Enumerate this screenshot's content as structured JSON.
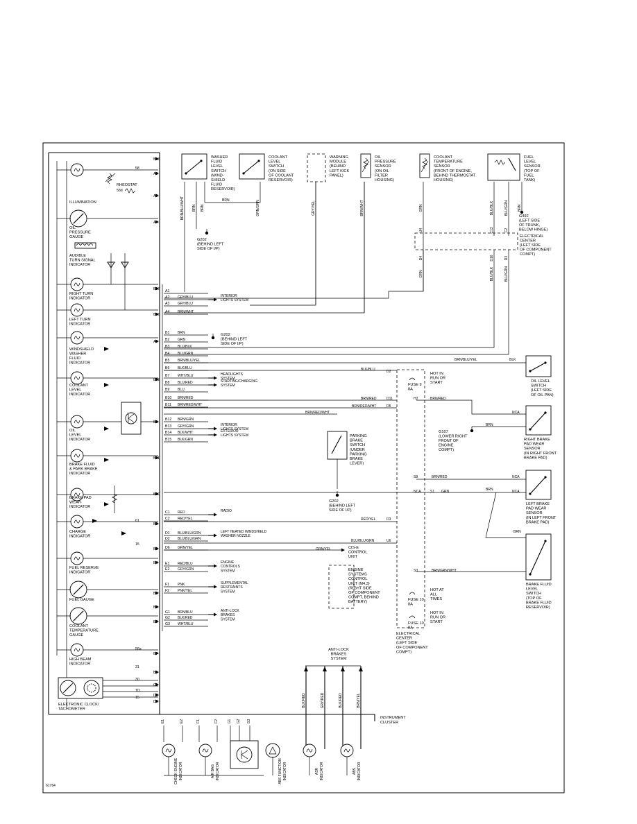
{
  "figure_id": "61764",
  "cluster_label": [
    "INSTRUMENT",
    "CLUSTER"
  ],
  "left_components": [
    {
      "id": "illumination",
      "lines": [
        "ILLUMINATION"
      ]
    },
    {
      "id": "rheostat",
      "lines": [
        "RHEOSTAT"
      ]
    },
    {
      "id": "oil-pressure-gauge",
      "lines": [
        "OIL",
        "PRESSURE",
        "GAUGE"
      ]
    },
    {
      "id": "audible-turn",
      "lines": [
        "AUDIBLE",
        "TURN SIGNAL",
        "INDICATOR"
      ]
    },
    {
      "id": "right-turn",
      "lines": [
        "RIGHT TURN",
        "INDICATOR"
      ]
    },
    {
      "id": "left-turn",
      "lines": [
        "LEFT TURN",
        "INDICATOR"
      ]
    },
    {
      "id": "windshield-washer",
      "lines": [
        "WINDSHIELD",
        "WASHER",
        "FLUID",
        "INDICATOR"
      ]
    },
    {
      "id": "coolant-level",
      "lines": [
        "COOLANT",
        "LEVEL",
        "INDICATOR"
      ]
    },
    {
      "id": "oil-level",
      "lines": [
        "OIL",
        "LEVEL",
        "INDICATOR"
      ]
    },
    {
      "id": "brake-fluid",
      "lines": [
        "BRAKE FLUID",
        "& PARK BRAKE",
        "INDICATOR"
      ]
    },
    {
      "id": "brake-pad",
      "lines": [
        "BRAKE PAD",
        "WEAR",
        "INDICATOR"
      ]
    },
    {
      "id": "charge",
      "lines": [
        "CHARGE",
        "INDICATOR"
      ]
    },
    {
      "id": "fuel-reserve",
      "lines": [
        "FUEL RESERVE",
        "INDICATOR"
      ]
    },
    {
      "id": "fuel-gauge",
      "lines": [
        "FUEL GAUGE"
      ]
    },
    {
      "id": "coolant-temp",
      "lines": [
        "COOLANT",
        "TEMPERATURE",
        "GAUGE"
      ]
    },
    {
      "id": "high-beam",
      "lines": [
        "HIGH BEAM",
        "INDICATOR"
      ]
    },
    {
      "id": "clock",
      "lines": [
        "ELECTRONIC CLOCK/",
        "TACHOMETER"
      ]
    }
  ],
  "left_pins": [
    "B13",
    "58",
    "A3",
    "58d",
    "A2",
    "A4",
    "B15",
    "B16",
    "A1",
    "B12",
    "B5",
    "B11",
    "B10",
    "61",
    "B9",
    "15",
    "B8",
    "B4",
    "B3",
    "B6",
    "B2",
    "56a",
    "B7",
    "31",
    "B1",
    "30",
    "C1",
    "TD",
    "D2",
    "15",
    "D1"
  ],
  "connector_rows": [
    {
      "pin": "A1",
      "wire": ""
    },
    {
      "pin": "A2",
      "wire": "GRY/BLU",
      "dest": [
        "INTERIOR",
        "LIGHTS SYSTEM"
      ]
    },
    {
      "pin": "A3",
      "wire": "GRY/BLU"
    },
    {
      "pin": "A4",
      "wire": "BRN/WHT"
    },
    {
      "pin": "B1",
      "wire": "BRN"
    },
    {
      "pin": "B2",
      "wire": "GRN"
    },
    {
      "pin": "B3",
      "wire": "BLU/BLK"
    },
    {
      "pin": "B4",
      "wire": "BLU/GRN"
    },
    {
      "pin": "B5",
      "wire": "BRN/BLU/YEL"
    },
    {
      "pin": "B6",
      "wire": "BLK/BLU"
    },
    {
      "pin": "B7",
      "wire": "WHT/BLU",
      "dest": [
        "HEADLIGHTS",
        "SYSTEM"
      ]
    },
    {
      "pin": "B8",
      "wire": "BLU/RED",
      "dest": [
        "STARTING/CHARGING",
        "SYSTEM"
      ]
    },
    {
      "pin": "B9",
      "wire": "BLU"
    },
    {
      "pin": "B10",
      "wire": "BRN/RED"
    },
    {
      "pin": "B11",
      "wire": "BRN/RED/WHT"
    },
    {
      "pin": "B12",
      "wire": "BRN/GRN"
    },
    {
      "pin": "B13",
      "wire": "GRY/GRN",
      "dest": [
        "INTERIOR",
        "LIGHTS SYSTEM"
      ]
    },
    {
      "pin": "B14",
      "wire": "BLK/WHT",
      "dest": [
        "EXTERIOR",
        "LIGHTS SYSTEM"
      ]
    },
    {
      "pin": "B15",
      "wire": "BLK/GRN"
    },
    {
      "pin": "C1",
      "wire": "RED",
      "dest": [
        "RADIO"
      ]
    },
    {
      "pin": "C2",
      "wire": "RED/YEL"
    },
    {
      "pin": "D1",
      "wire": "BLU/BLU/GRN",
      "dest": [
        "LEFT HEATED WINDSHIELD",
        "WASHER NOZZLE"
      ]
    },
    {
      "pin": "D2",
      "wire": "BLU/BLU/GRN"
    },
    {
      "pin": "D6",
      "wire": "GRN/YEL"
    },
    {
      "pin": "E1",
      "wire": "RED/BLU",
      "dest": [
        "ENGINE",
        "CONTROLS",
        "SYSTEM"
      ]
    },
    {
      "pin": "E2",
      "wire": "GRY/GRN"
    },
    {
      "pin": "F1",
      "wire": "PNK",
      "dest": [
        "SUPPLEMENTAL",
        "RESTRAINTS",
        "SYSTEM"
      ]
    },
    {
      "pin": "F2",
      "wire": "PNK/YEL"
    },
    {
      "pin": "G1",
      "wire": "BRN/BLU",
      "dest": [
        "ANTI-LOCK",
        "BRAKES",
        "SYSTEM"
      ]
    },
    {
      "pin": "G2",
      "wire": "BLK/RED"
    },
    {
      "pin": "G3",
      "wire": "WHT/BLU"
    }
  ],
  "top_components": [
    {
      "id": "washer-switch",
      "lines": [
        "WASHER",
        "FLUID",
        "LEVEL",
        "SWITCH",
        "(WIND-",
        "SHIELD",
        "FLUID",
        "RESERVOIR)"
      ]
    },
    {
      "id": "coolant-switch",
      "lines": [
        "COOLANT",
        "LEVEL",
        "SWITCH",
        "(ON SIDE",
        "OF COOLANT",
        "RESERVOIR)"
      ]
    },
    {
      "id": "warning-module",
      "lines": [
        "WARNING",
        "MODULE",
        "(BEHIND",
        "LEFT KICK",
        "PANEL)"
      ]
    },
    {
      "id": "oil-sensor",
      "lines": [
        "OIL",
        "PRESSURE",
        "SENSOR",
        "(ON OIL",
        "FILTER",
        "HOUSING)"
      ]
    },
    {
      "id": "coolant-sensor",
      "lines": [
        "COOLANT",
        "TEMPERATURE",
        "SENSOR",
        "(FRONT OF ENGINE,",
        "BEHIND THERMOSTAT",
        "HOUSING)"
      ]
    },
    {
      "id": "fuel-sensor",
      "lines": [
        "FUEL",
        "LEVEL",
        "SENSOR",
        "(TOP OF",
        "FUEL",
        "TANK)"
      ]
    }
  ],
  "top_wires": [
    "BRN/BLU/WHT",
    "BRN",
    "BRN",
    "GRN/GRN",
    "GRY/YEL",
    "BRN/WHT",
    "GRN",
    "BLU/BLK",
    "BLU/GRN",
    "BRN"
  ],
  "ground_labels": {
    "g202a": [
      "G202",
      "(BEHIND LEFT",
      "SIDE OF I/P)"
    ],
    "g202b": [
      "G202",
      "(BEHIND LEFT",
      "SIDE OF I/P)"
    ],
    "g202c": [
      "G202",
      "(BEHIND LEFT",
      "SIDE OF I/P)"
    ],
    "g492": [
      "G492",
      "(LEFT SIDE",
      "OF TRUNK,",
      "BELOW HINGE)"
    ],
    "g107": [
      "G107",
      "(LOWER RIGHT",
      "FRONT OF",
      "ENGINE",
      "COMPT)"
    ]
  },
  "electrical_center_top": [
    "ELECTRICAL",
    "CENTER",
    "(LEFT SIDE",
    "OF COMPONENT",
    "COMPT)"
  ],
  "ec_pins_top": [
    "U4",
    "C13",
    "C2"
  ],
  "ec_pins_bottom": [
    "D4",
    "D16",
    "D3"
  ],
  "right_components": [
    {
      "id": "oil-level-switch",
      "lines": [
        "OIL LEVEL",
        "SWITCH",
        "(LEFT SIDE",
        "OF OIL PAN)"
      ]
    },
    {
      "id": "right-brake-pad",
      "lines": [
        "RIGHT BRAKE",
        "PAD WEAR",
        "SENSOR",
        "(IN RIGHT FRONT",
        "BRAKE PAD)"
      ]
    },
    {
      "id": "left-brake-pad",
      "lines": [
        "LEFT BRAKE",
        "PAD WEAR",
        "SENSOR",
        "(IN LEFT FRONT",
        "BRAKE PAD)"
      ]
    },
    {
      "id": "brake-fluid-switch",
      "lines": [
        "BRAKE FLUID",
        "LEVEL",
        "SWITCH",
        "(TOP OF",
        "BRAKE FLUID",
        "RESERVOIR)"
      ]
    }
  ],
  "mid_labels": {
    "parking_brake": [
      "PARKING",
      "BRAKE",
      "SWITCH",
      "(UNDER",
      "PARKING",
      "BRAKE",
      "LEVER)"
    ],
    "cis_e": [
      "CIS-E",
      "CONTROL",
      "UNIT"
    ],
    "ems": [
      "ENGINE",
      "SYSTEMS",
      "CONTROL",
      "UNIT (M4.3)",
      "(RIGHT SIDE",
      "OF COMPONENT",
      "COMPT, BEHIND",
      "BATTERY)"
    ],
    "fuse9": [
      "FUSE 9",
      "8A"
    ],
    "hot_run": [
      "HOT IN",
      "RUN OR",
      "START"
    ],
    "hot_all": [
      "HOT AT",
      "ALL",
      "TIMES"
    ],
    "fuse10a": [
      "FUSE 10",
      "8A"
    ],
    "fuse10b": [
      "FUSE 10",
      "8A"
    ],
    "hot_run2": [
      "HOT IN",
      "RUN OR",
      "START"
    ],
    "ec_bottom": [
      "ELECTRICAL",
      "CENTER",
      "(LEFT SIDE",
      "OF COMPONENT",
      "COMPT)"
    ],
    "abs": [
      "ANTI-LOCK",
      "BRAKES",
      "SYSTEM"
    ]
  },
  "mid_wires": [
    "BRN/BLU/YEL",
    "BLK",
    "BLK/BLU",
    "D2",
    "BRN/RED",
    "D11",
    "BRN/RED/WHT",
    "D5",
    "BRN/RED/WHT",
    "BRN/RED",
    "NCA",
    "BRN",
    "NCA",
    "BRN",
    "BRN/RED",
    "NCA",
    "NCA",
    "S1",
    "GRN",
    "BRN",
    "RED/YEL",
    "D3",
    "BLU/BLU/GRN",
    "U6",
    "GRN/YEL",
    "BRN/GRN/WHT",
    "S3",
    "S8",
    "H2"
  ],
  "bottom_wires": [
    "BLK/RED",
    "GRY/RED",
    "BLK/RED",
    "BRN/YEL"
  ],
  "bottom_pins": [
    "E1",
    "E2",
    "F1",
    "F2",
    "G1",
    "G2",
    "G3"
  ],
  "bottom_components": [
    {
      "id": "check-engine",
      "lines": [
        "CHECK ENGINE",
        "INDICATOR"
      ]
    },
    {
      "id": "air-bag",
      "lines": [
        "AIR BAG",
        "INDICATOR"
      ]
    },
    {
      "id": "abs-fn",
      "lines": [
        "ABS FUNCTION",
        "INDICATOR"
      ]
    },
    {
      "id": "asr",
      "lines": [
        "ASR",
        "INDICATOR"
      ]
    },
    {
      "id": "abs-ind",
      "lines": [
        "ABS",
        "INDICATOR"
      ]
    }
  ]
}
